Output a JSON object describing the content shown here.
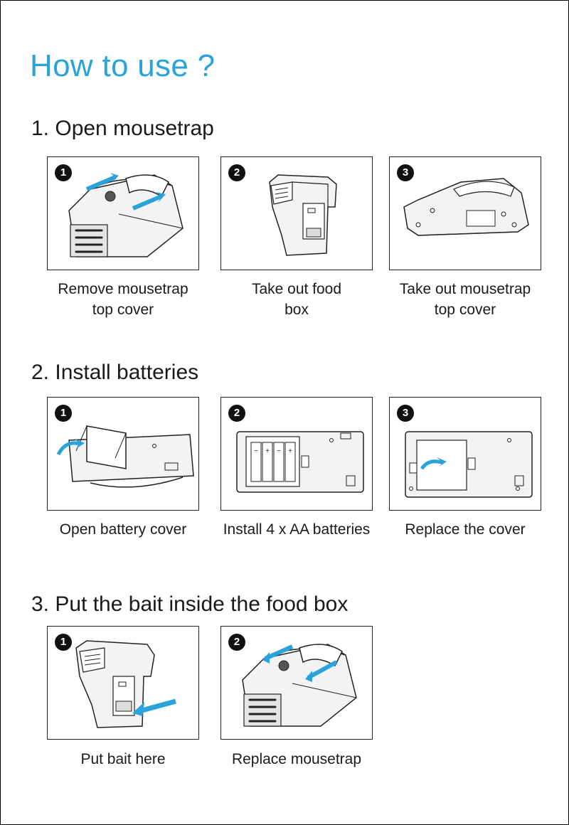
{
  "page_title": "How to use ?",
  "accent_color": "#2aa3d8",
  "sections": [
    {
      "heading": "1. Open mousetrap",
      "steps": [
        {
          "number": "1",
          "caption": "Remove mousetrap\ntop cover"
        },
        {
          "number": "2",
          "caption": "Take out food\nbox"
        },
        {
          "number": "3",
          "caption": "Take out mousetrap\ntop cover"
        }
      ]
    },
    {
      "heading": "2. Install batteries",
      "steps": [
        {
          "number": "1",
          "caption": "Open battery cover"
        },
        {
          "number": "2",
          "caption": "Install 4 x AA batteries"
        },
        {
          "number": "3",
          "caption": "Replace the cover"
        }
      ]
    },
    {
      "heading": "3. Put the bait inside the food box",
      "steps": [
        {
          "number": "1",
          "caption": "Put bait here"
        },
        {
          "number": "2",
          "caption": "Replace mousetrap"
        }
      ]
    }
  ]
}
